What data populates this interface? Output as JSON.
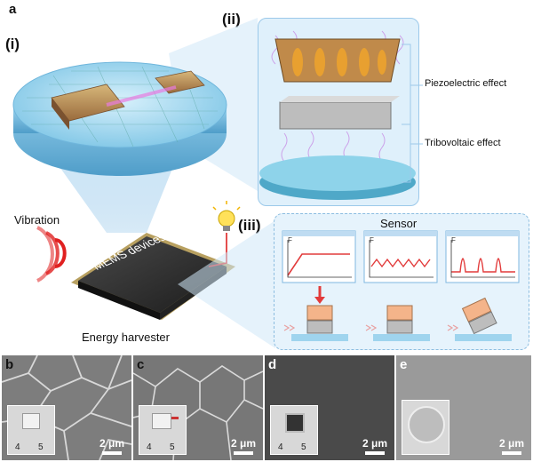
{
  "panel_labels": {
    "a": "a",
    "i": "(i)",
    "ii": "(ii)",
    "iii": "(iii)",
    "b": "b",
    "c": "c",
    "d": "d",
    "e": "e"
  },
  "effects": {
    "piezo": "Piezoelectric effect",
    "tribo": "Tribovoltaic effect"
  },
  "chip_label": "MEMS devices",
  "vibration": "Vibration",
  "energy_harvester": "Energy harvester",
  "sensor_title": "Sensor",
  "axis_f": "F",
  "scale_bar": "2 μm",
  "ruler": {
    "a": "4",
    "b": "5"
  },
  "colors": {
    "accent_blue": "#8fc3e8",
    "chip": "#2b2b2b",
    "signal": "#e23b3b",
    "sensor_orange": "#f4b48a"
  }
}
